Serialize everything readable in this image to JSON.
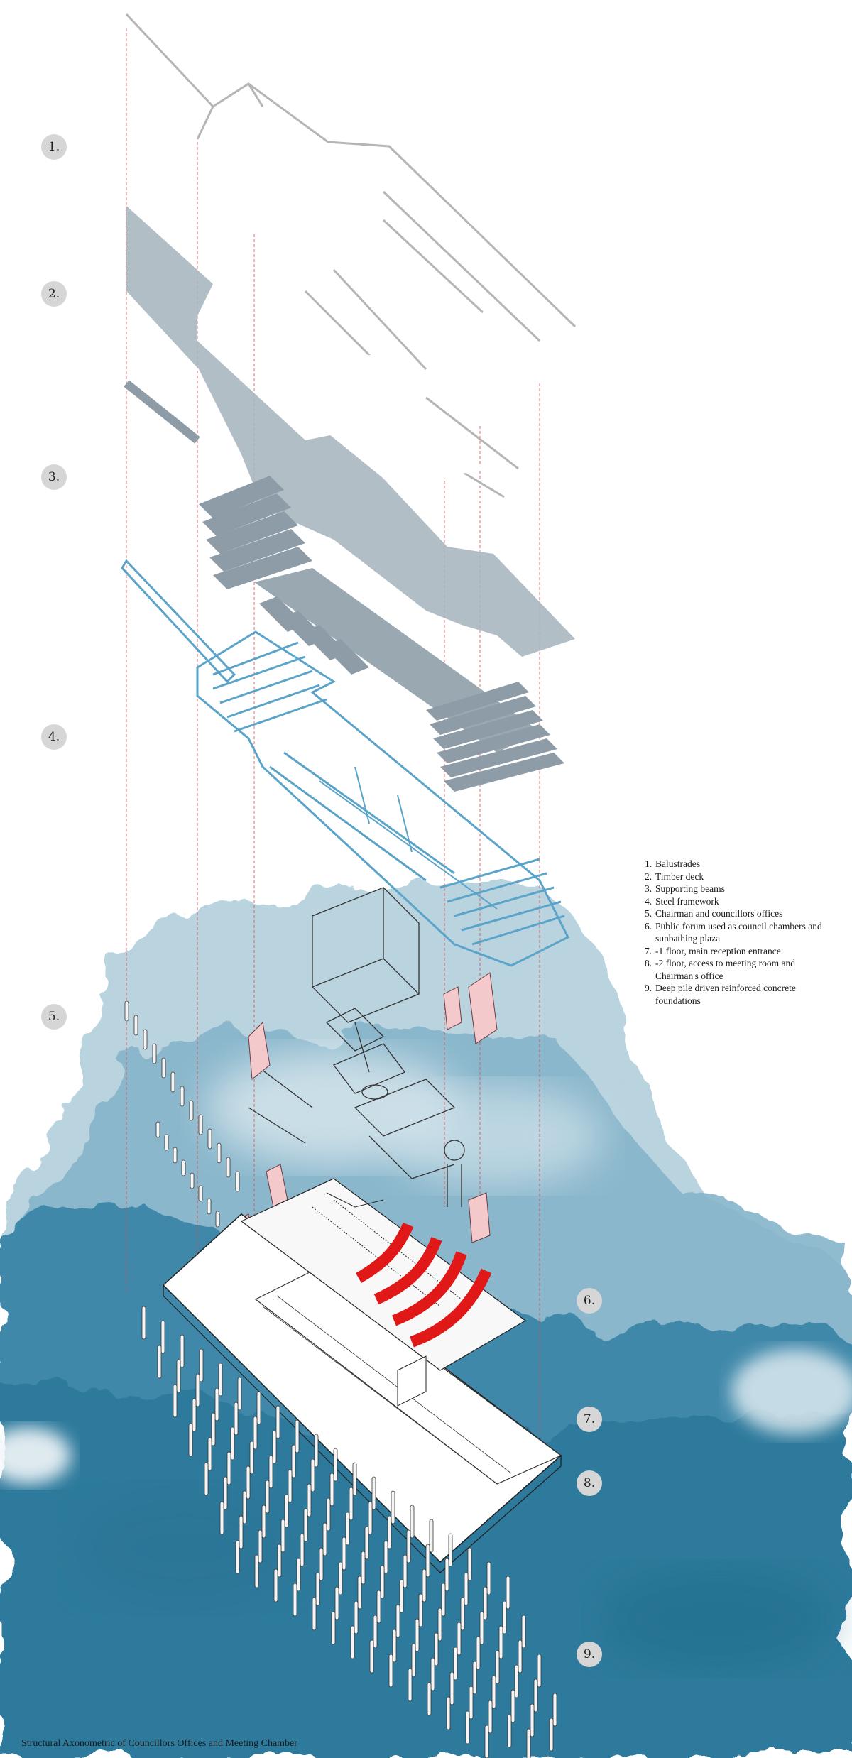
{
  "markers": [
    "1.",
    "2.",
    "3.",
    "4.",
    "5.",
    "6.",
    "7.",
    "8.",
    "9."
  ],
  "legend": [
    {
      "num": "1.",
      "text": "Balustrades"
    },
    {
      "num": "2.",
      "text": "Timber deck"
    },
    {
      "num": "3.",
      "text": "Supporting beams"
    },
    {
      "num": "4.",
      "text": "Steel framework"
    },
    {
      "num": "5.",
      "text": "Chairman and councillors offices"
    },
    {
      "num": "6.",
      "text": "Public forum used as council chambers and sunbathing plaza"
    },
    {
      "num": "7.",
      "text": "-1 floor, main reception entrance"
    },
    {
      "num": "8.",
      "text": "-2 floor, access to meeting room and Chairman's office"
    },
    {
      "num": "9.",
      "text": "Deep pile driven reinforced concrete foundations"
    }
  ],
  "caption": "Structural Axonometric of Councillors Offices and Meeting Chamber",
  "colors": {
    "water_deep": "#2f7a9c",
    "water_mid": "#5b9fbd",
    "water_light": "#a9cad9",
    "deck_grey": "#a9b7c1",
    "beam_grey": "#8e9ca7",
    "steel_blue": "#5aa3c9",
    "chamber_red": "#e01818",
    "guide_red": "#e04848",
    "marker_grey": "#d6d6d6"
  }
}
